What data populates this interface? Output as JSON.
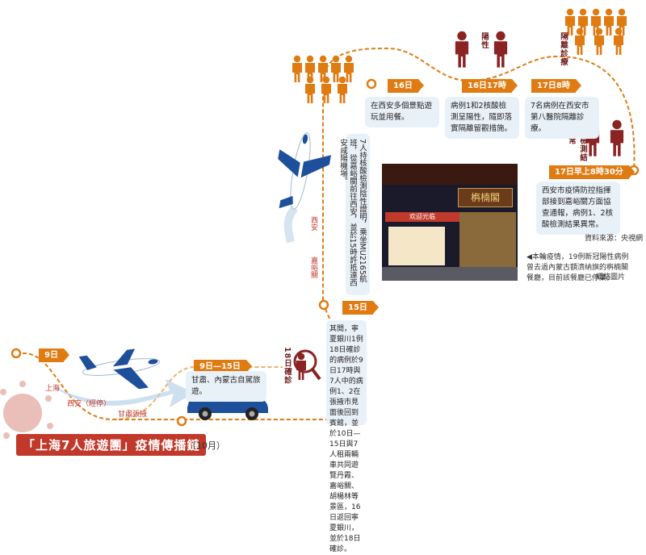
{
  "title": "「上海7人旅遊團」疫情傳播鏈",
  "title_sub": "（10月）",
  "source": "資料來源：央視網",
  "labels": {
    "d9": "9日",
    "d9_15": "9日—15日",
    "d15": "15日",
    "d16": "16日",
    "d16_17": "16日17時",
    "d17_8": "17日8時",
    "d17_830": "17日早上8時30分"
  },
  "places": {
    "shanghai": "上海",
    "xian_transit": "西安（經停）",
    "ganzhou": "甘肅張掖",
    "erenhot": "嘉峪關",
    "xian": "西安"
  },
  "vertical_labels": {
    "confirmed18": "18日確診",
    "positive": "陽性",
    "isolation": "隔離診療",
    "abnormal": "核酸檢測結果異常"
  },
  "texts": {
    "box_gansu": "甘肅、內蒙古自駕旅遊。",
    "box_middle": "其間，寧夏銀川1例18日確診的病例於9日17時與7人中的病例1、2在張掖市見面後回到賓館，並於10日—15日與7人租兩輛車共同遊覽丹霞、嘉峪關、胡楊林等景區，16日返回寧夏銀川，並於18日確診。",
    "box_flight": "7人持核酸檢測陰性證明，乘坐MU2165航班，從嘉峪關前往西安，並於15時許抵達西安咸陽機場。",
    "box_16": "在西安多個景點遊玩並用餐。",
    "box_1617": "病例1和2核酸檢測呈陽性，隨即落實隔離留觀措施。",
    "box_178": "7名病例在西安市第八醫院隔離診療。",
    "box_17830": "西安市疫情防控指揮部接到嘉峪關方面協查通報，病例1、2核酸檢測結果異常。",
    "caption": "◀本輪疫情，19例新冠陽性病例曾去過內蒙古額濟納旗的栴楠閣餐廳，目前該餐廳已停業。",
    "credit": "網絡圖片"
  },
  "photo": {
    "sign_main": "栴楠閣",
    "sign_banner": "欢迎光临"
  },
  "colors": {
    "route": "#e07b12",
    "person_orange": "#e07b12",
    "person_red": "#8b2323",
    "title_bg": "#c0392b",
    "box_bg": "#e9f1f8"
  },
  "icons": {
    "plane": "airplane-icon",
    "car": "car-icon",
    "virus": "virus-icon",
    "magnifier": "magnifier-icon"
  }
}
